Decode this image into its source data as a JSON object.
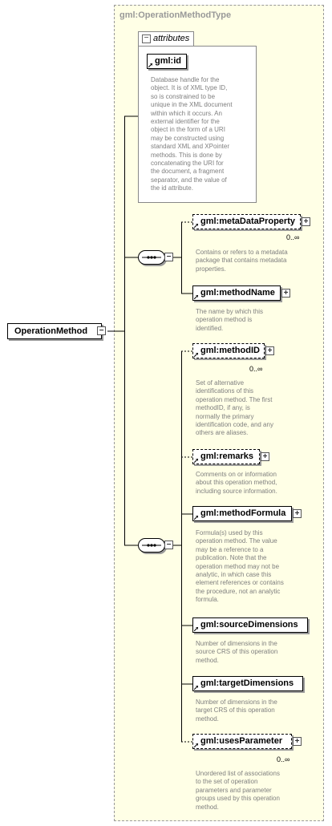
{
  "type_title": "gml:OperationMethodType",
  "attributes_label": "attributes",
  "attribute": {
    "name": "gml:id",
    "doc": "Database handle for the\nobject.  It is of XML type ID,\nso is constrained to be\nunique in the XML document\nwithin which it occurs.  An\nexternal identifier for the\nobject in the form of a URI\nmay be constructed using\nstandard XML and XPointer\nmethods.  This is done by\nconcatenating the URI for\nthe document, a fragment\nseparator, and the value of\nthe id attribute."
  },
  "root_name": "OperationMethod",
  "elements": [
    {
      "name": "gml:metaDataProperty",
      "card": "0..∞",
      "doc": "Contains or refers to a metadata\npackage that contains metadata\nproperties."
    },
    {
      "name": "gml:methodName",
      "card": "",
      "doc": "The name by which this\noperation method is\nidentified."
    },
    {
      "name": "gml:methodID",
      "card": "0..∞",
      "doc": "Set of alternative\nidentifications of this\noperation method. The first\nmethodID, if any, is\nnormally the primary\nidentification code, and any\nothers are aliases."
    },
    {
      "name": "gml:remarks",
      "card": "",
      "doc": "Comments on or information\nabout this operation method,\nincluding source information."
    },
    {
      "name": "gml:methodFormula",
      "card": "",
      "doc": "Formula(s) used by this\noperation method. The value\nmay be a reference to a\npublication. Note that the\noperation method may not be\nanalytic, in which case this\nelement references or contains\nthe procedure, not an analytic\nformula."
    },
    {
      "name": "gml:sourceDimensions",
      "card": "",
      "doc": "Number of dimensions in the\nsource CRS of this operation\nmethod."
    },
    {
      "name": "gml:targetDimensions",
      "card": "",
      "doc": "Number of dimensions in the\ntarget CRS of this operation\nmethod."
    },
    {
      "name": "gml:usesParameter",
      "card": "0..∞",
      "doc": "Unordered list of associations\nto the set of operation\nparameters and parameter\ngroups used by this operation\nmethod."
    }
  ]
}
